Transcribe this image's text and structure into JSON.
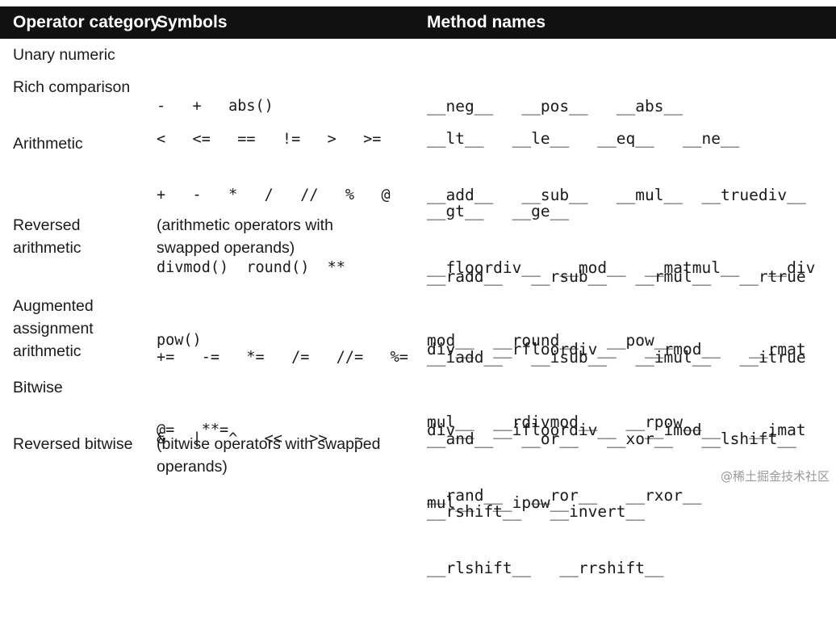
{
  "header": {
    "col1": "Operator category",
    "col2": "Symbols",
    "col3": "Method names"
  },
  "rows": [
    {
      "category": [
        "Unary numeric"
      ],
      "symbols": [
        "-   +   abs()"
      ],
      "methods": [
        "__neg__   __pos__   __abs__"
      ]
    },
    {
      "category": [
        "Rich comparison"
      ],
      "symbols": [
        "<   <=   ==   !=   >   >="
      ],
      "methods": [
        "__lt__   __le__   __eq__   __ne__",
        "__gt__   __ge__"
      ]
    },
    {
      "category": [
        "Arithmetic"
      ],
      "symbols": [
        "+   -   *   /   //   %   @",
        "divmod()  round()  **",
        "pow()"
      ],
      "methods": [
        "__add__   __sub__   __mul__  __truediv__",
        "__floordiv__  __mod__  __matmul__   __div",
        "mod__  __round__   __pow__"
      ]
    },
    {
      "category": [
        "Reversed arithmetic"
      ],
      "symbols": [
        "(arithmetic operators with swapped operands)"
      ],
      "methods": [
        "__radd__   __rsub__   __rmul__   __rtrue",
        "div__  __rfloordiv__   __rmod__   __rmat",
        "mul__  __rdivmod__   __rpow__"
      ]
    },
    {
      "category": [
        "Augmented",
        "assignment",
        "arithmetic"
      ],
      "symbols": [
        "+=   -=   *=   /=   //=   %=",
        "@=   **="
      ],
      "methods": [
        "__iadd__   __isub__   __imul__   __itrue",
        "div__  __ifloordiv__   __imod__   __imat",
        "mul__  __ipow__"
      ]
    },
    {
      "category": [
        "Bitwise"
      ],
      "symbols": [
        "&   |   ^   <<   >>   ~"
      ],
      "methods": [
        "__and__   __or__   __xor__   __lshift__",
        "__rshift__   __invert__"
      ]
    },
    {
      "category": [
        "Reversed bitwise"
      ],
      "symbols": [
        "(bitwise operators with swapped operands)"
      ],
      "methods": [
        "__rand__   __ror__   __rxor__",
        "__rlshift__   __rrshift__"
      ]
    }
  ],
  "watermark": "@稀土掘金技术社区"
}
